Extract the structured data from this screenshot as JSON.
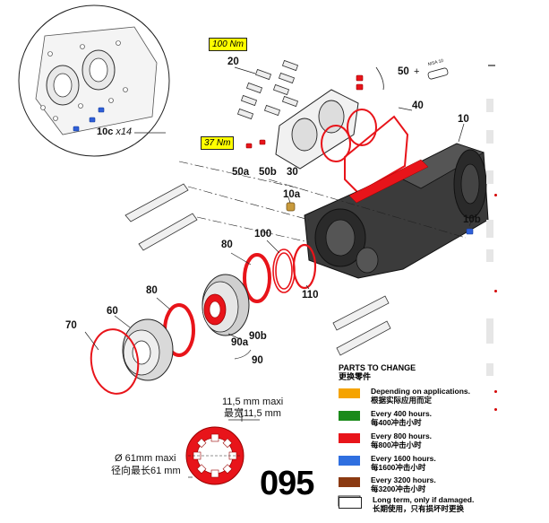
{
  "torque": {
    "t100": "100 Nm",
    "t37": "37 Nm"
  },
  "callouts": {
    "c10c": "10c",
    "c10c_qty": "x14",
    "c20": "20",
    "c50": "50",
    "plus": "+",
    "msa": "MSA 10",
    "c40": "40",
    "c10": "10",
    "c50a": "50a",
    "c50b": "50b",
    "c30": "30",
    "c10a": "10a",
    "c10b": "10b",
    "c80a": "80",
    "c100": "100",
    "c110": "110",
    "c80b": "80",
    "c60": "60",
    "c70": "70",
    "c90a": "90a",
    "c90b": "90b",
    "c90": "90"
  },
  "dimensions": {
    "width_en": "11,5 mm maxi",
    "width_cn": "最宽11,5 mm",
    "dia_en": "Ø 61mm maxi",
    "dia_cn": "径向最长61 mm"
  },
  "legend": {
    "title_en": "PARTS TO CHANGE",
    "title_cn": "更换零件",
    "items": [
      {
        "en": "Depending on applications.",
        "cn": "根据实际应用而定",
        "color": "#f5a300"
      },
      {
        "en": "Every 400 hours.",
        "cn": "每400冲击小时",
        "color": "#1a8a1a"
      },
      {
        "en": "Every 800 hours.",
        "cn": "每800冲击小时",
        "color": "#e8141a"
      },
      {
        "en": "Every 1600 hours.",
        "cn": "每1600冲击小时",
        "color": "#2f6fe0"
      },
      {
        "en": "Every 3200 hours.",
        "cn": "每3200冲击小时",
        "color": "#8b3a12"
      },
      {
        "en": "Long term, only if damaged.",
        "cn": "长期使用，只有损坏时更换",
        "color": "#ffffff"
      }
    ]
  },
  "page_number": "095"
}
